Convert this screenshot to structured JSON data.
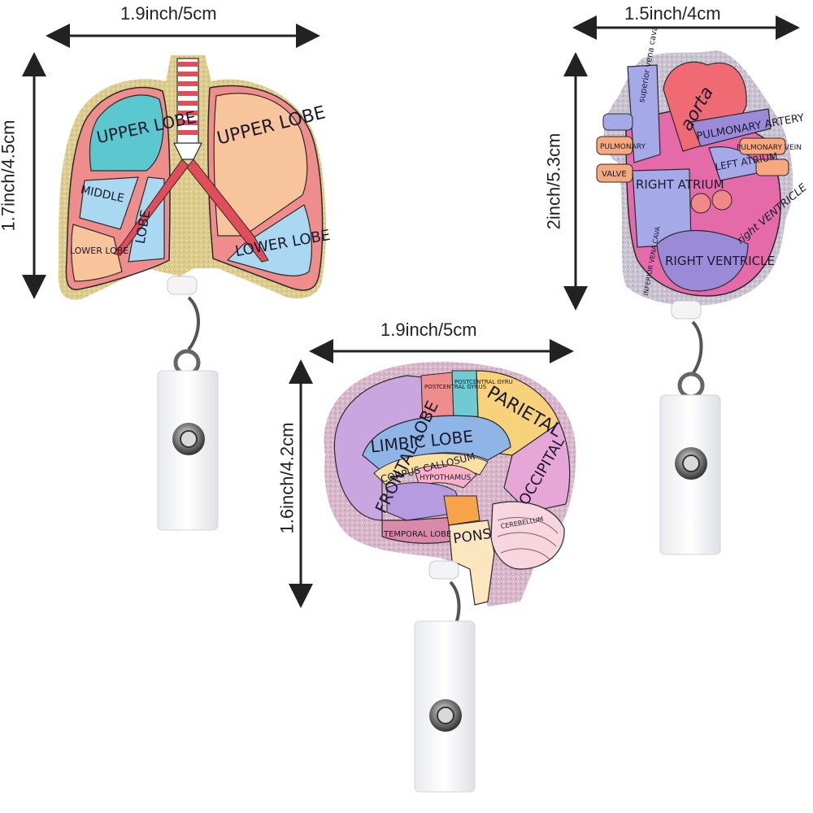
{
  "dimensions": {
    "lungs_width": "1.9inch/5cm",
    "lungs_height": "1.7inch/4.5cm",
    "heart_width": "1.5inch/4cm",
    "heart_height": "2inch/5.3cm",
    "brain_width": "1.9inch/5cm",
    "brain_height": "1.6inch/4.2cm"
  },
  "lungs": {
    "upper_lobe_left": "UPPER LOBE",
    "middle_lobe": "MIDDLE",
    "lobe": "LOBE",
    "lower_lobe_left": "LOWER LOBE",
    "upper_lobe_right": "UPPER LOBE",
    "lower_lobe_right": "LOWER LOBE"
  },
  "heart": {
    "superior_vena_cava": "superior vena cava",
    "aorta": "aorta",
    "pulmonary_artery": "PULMONARY ARTERY",
    "pulmonary_vein_left": "PULMONARY",
    "valve": "VALVE",
    "pulmonary_vein_right": "PULMONARY VEIN",
    "left_atrium": "LEFT ATRIUM",
    "right_atrium": "RIGHT ATRIUM",
    "right_ventricle": "RIGHT VENTRICLE",
    "left_ventricle": "right VENTRICLE",
    "inferior_vena_cava": "INFERIOR VENA CAVA"
  },
  "brain": {
    "frontal_lobe": "FRONTAL LOBE",
    "postcentral_gyrus": "POSTCENTRAL GYRUS",
    "precentral_gyrus": "POSTCENTRAL GYRU",
    "parietal": "PARIETAL",
    "limbic_lobe": "LIMBIC LOBE",
    "corpus_callosum": "CORPUS CALLOSUM",
    "hypothalamus": "HYPOTHAMUS",
    "occipital": "OCCIPITAL",
    "temporal_lobe": "TEMPORAL LOBE",
    "pons": "PONS",
    "cerebellum": "CEREBELLUM"
  },
  "colors": {
    "glitter_gold": "#d9c98a",
    "lung_pink": "#ef8c8c",
    "lung_teal": "#5bc8cf",
    "lung_blue": "#a9d8f0",
    "lung_peach": "#f7c49b",
    "heart_pink": "#e56aa9",
    "heart_purple": "#9b8ad8",
    "brain_purple": "#c9a6e0"
  }
}
